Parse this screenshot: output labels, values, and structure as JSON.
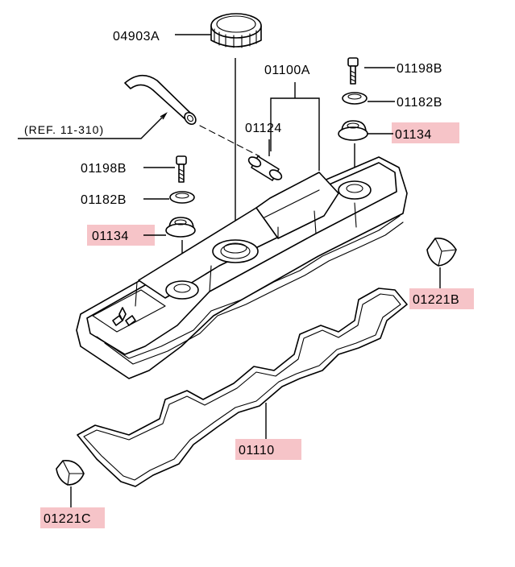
{
  "labels": {
    "cap": "04903A",
    "cover_assy": "01100A",
    "bolt_top": "01198B",
    "washer_top": "01182B",
    "grommet_top": "01134",
    "pipe": "01124",
    "ref": "(REF. 11-310)",
    "bolt_left": "01198B",
    "washer_left": "01182B",
    "grommet_left": "01134",
    "plug_right": "01221B",
    "gasket": "01110",
    "plug_left": "01221C"
  },
  "highlight_color": "#f6c4c8"
}
